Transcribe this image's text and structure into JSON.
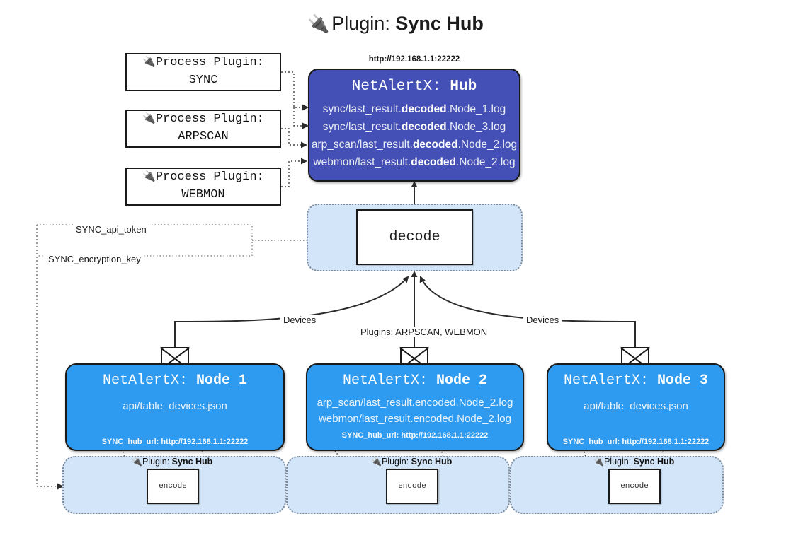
{
  "title": {
    "icon": "plug-icon",
    "prefix": "Plugin: ",
    "name": "Sync Hub"
  },
  "colors": {
    "hub_fill": "#4450b5",
    "node_fill": "#2e9bf0",
    "container_fill": "#d3e6f9",
    "stroke": "#1a1a1a",
    "background": "#ffffff"
  },
  "process_plugins": [
    {
      "icon": "plug-icon",
      "line1": "Process Plugin:",
      "line2": "SYNC"
    },
    {
      "icon": "plug-icon",
      "line1": "Process Plugin:",
      "line2": "ARPSCAN"
    },
    {
      "icon": "plug-icon",
      "line1": "Process Plugin:",
      "line2": "WEBMON"
    }
  ],
  "hub": {
    "url": "http://192.168.1.1:22222",
    "title_prefix": "NetAlertX: ",
    "title_name": "Hub",
    "rows": [
      {
        "pre": "sync/last_result.",
        "em": "decoded",
        "post": ".Node_1.log"
      },
      {
        "pre": "sync/last_result.",
        "em": "decoded",
        "post": ".Node_3.log"
      },
      {
        "pre": "arp_scan/last_result.",
        "em": "decoded",
        "post": ".Node_2.log"
      },
      {
        "pre": "webmon/last_result.",
        "em": "decoded",
        "post": ".Node_2.log"
      }
    ]
  },
  "decode": {
    "label": "decode"
  },
  "secrets": [
    {
      "label": "SYNC_api_token"
    },
    {
      "label": "SYNC_encryption_key"
    }
  ],
  "edge_labels": {
    "devices_left": "Devices",
    "devices_right": "Devices",
    "plugins_center": "Plugins: ARPSCAN, WEBMON"
  },
  "nodes": [
    {
      "id": "node_1",
      "title_prefix": "NetAlertX: ",
      "title_name": "Node_1",
      "lines": [
        "api/table_devices.json"
      ],
      "hub_url_label": "SYNC_hub_url: http://192.168.1.1:22222",
      "plugin_caption_prefix": "Plugin: ",
      "plugin_caption_name": "Sync Hub",
      "encode_label": "encode",
      "envelope_icon": "envelope-icon"
    },
    {
      "id": "node_2",
      "title_prefix": "NetAlertX: ",
      "title_name": "Node_2",
      "lines": [
        "arp_scan/last_result.encoded.Node_2.log",
        "webmon/last_result.encoded.Node_2.log"
      ],
      "hub_url_label": "SYNC_hub_url: http://192.168.1.1:22222",
      "plugin_caption_prefix": "Plugin: ",
      "plugin_caption_name": "Sync Hub",
      "encode_label": "encode",
      "envelope_icon": "envelope-icon"
    },
    {
      "id": "node_3",
      "title_prefix": "NetAlertX: ",
      "title_name": "Node_3",
      "lines": [
        "api/table_devices.json"
      ],
      "hub_url_label": "SYNC_hub_url: http://192.168.1.1:22222",
      "plugin_caption_prefix": "Plugin: ",
      "plugin_caption_name": "Sync Hub",
      "encode_label": "encode",
      "envelope_icon": "envelope-icon"
    }
  ]
}
